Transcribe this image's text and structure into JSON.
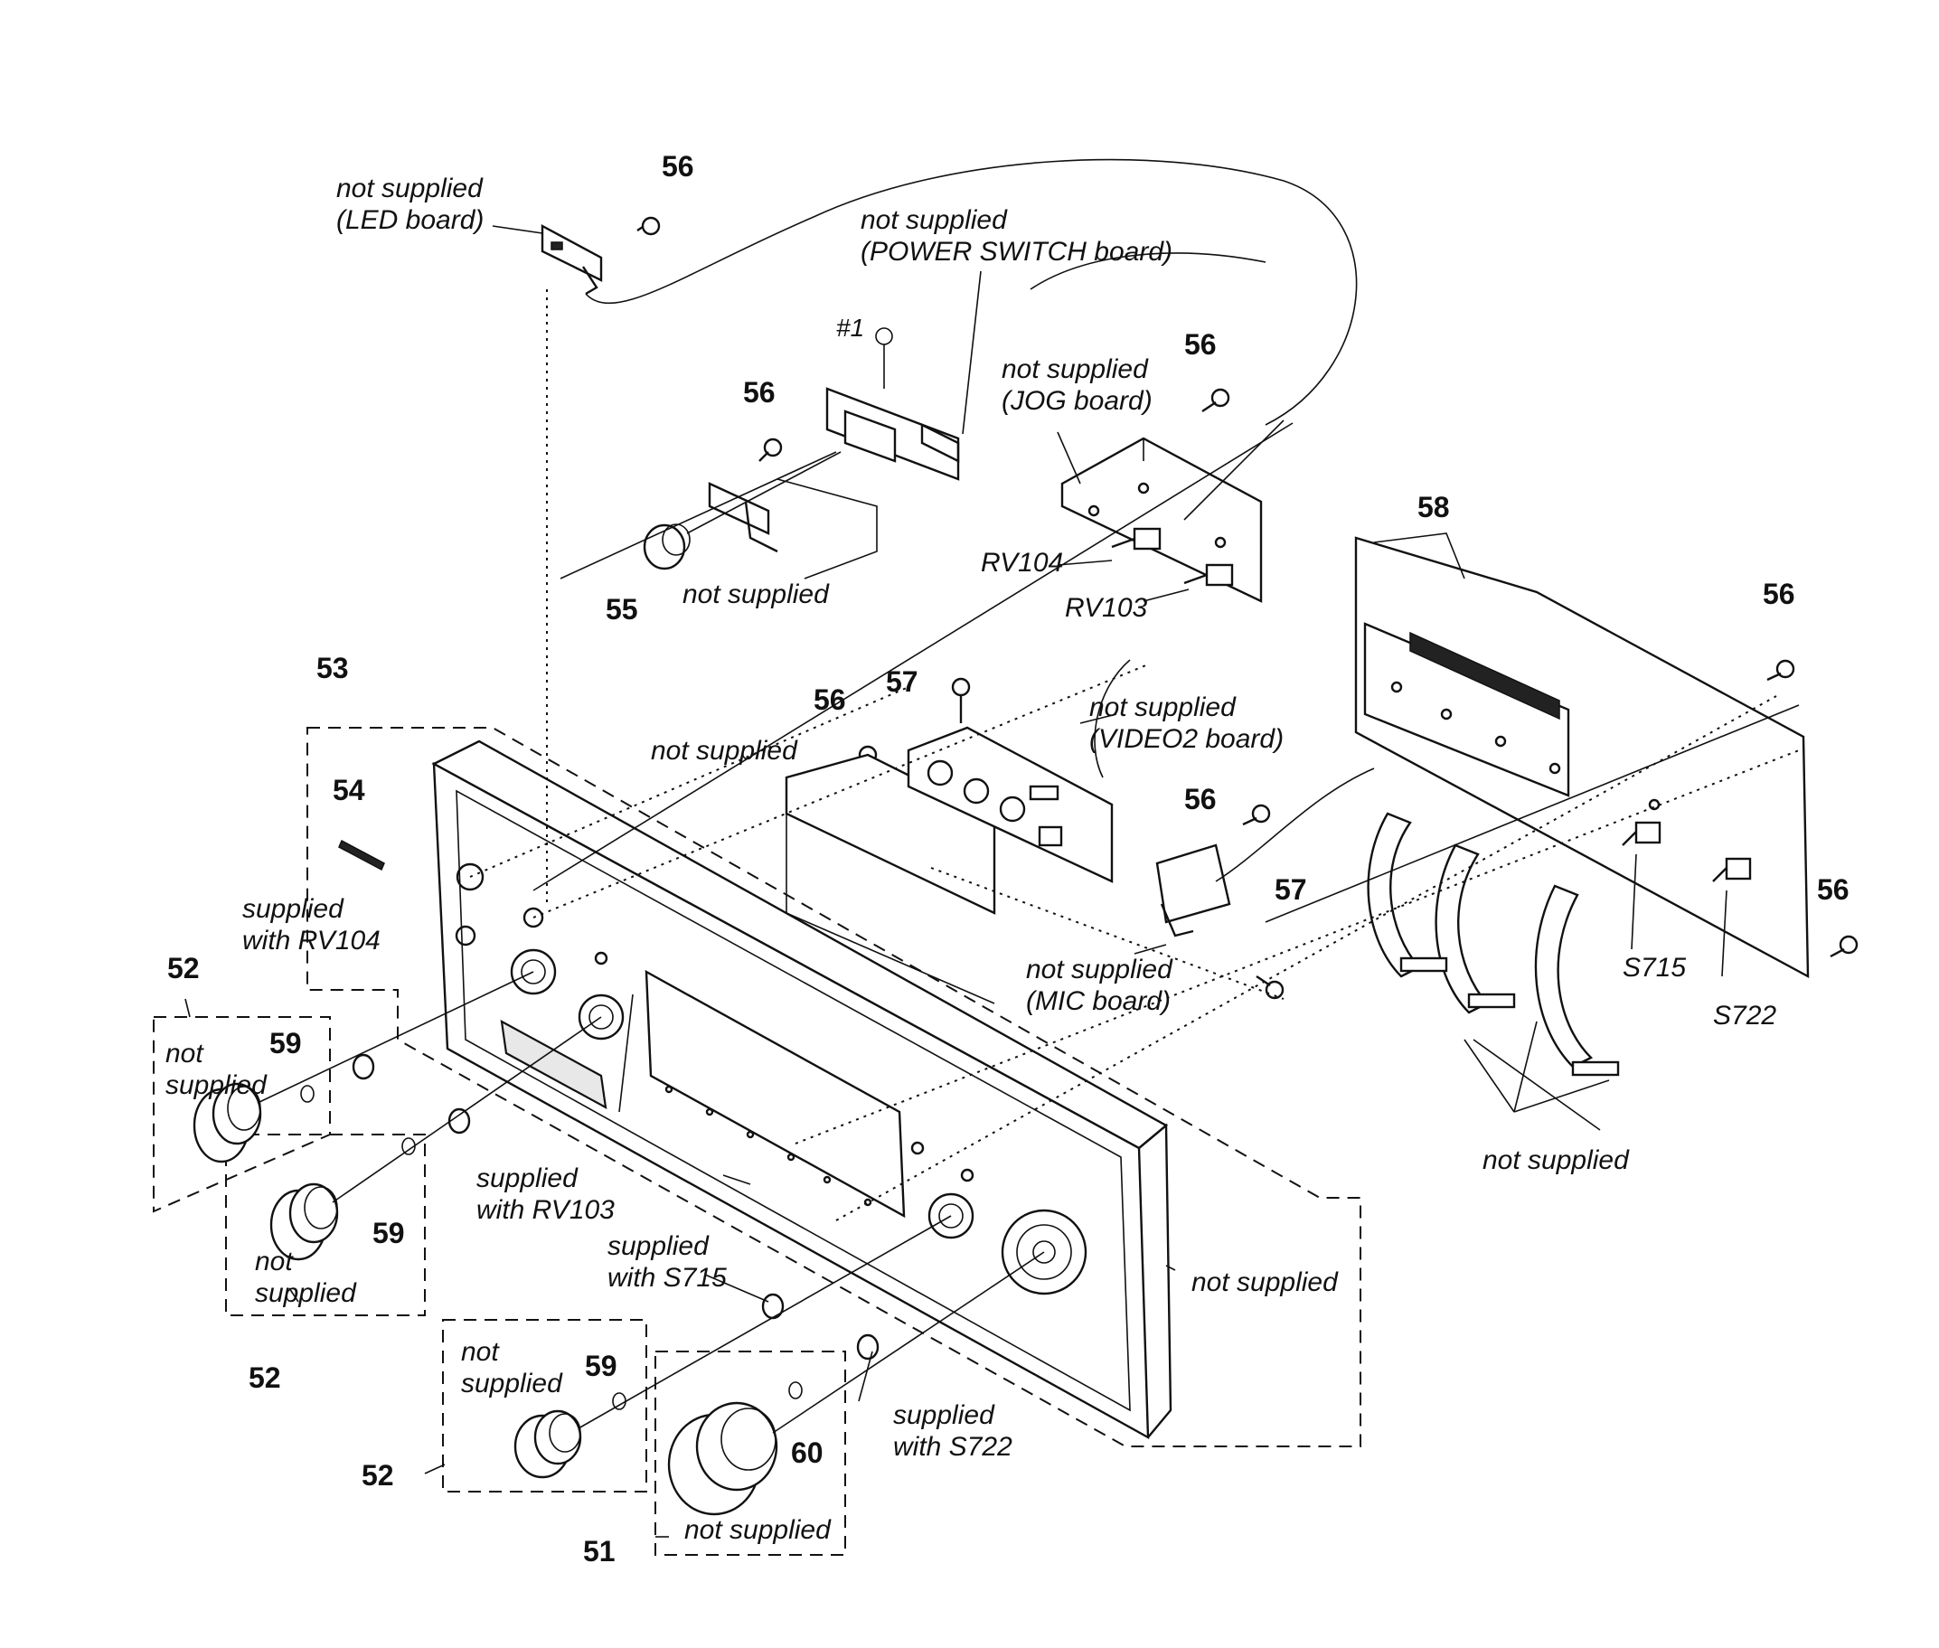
{
  "refs": {
    "r51": "51",
    "r52": "52",
    "r53": "53",
    "r54": "54",
    "r55": "55",
    "r56": "56",
    "r57": "57",
    "r58": "58",
    "r59": "59",
    "r60": "60",
    "hash1": "#1"
  },
  "parts": {
    "rv104": "RV104",
    "rv103": "RV103",
    "s715": "S715",
    "s722": "S722"
  },
  "notes": {
    "not_supplied": "not supplied",
    "not": "not",
    "supplied": "supplied",
    "led_board": "(LED board)",
    "power_switch_board": "(POWER SWITCH board)",
    "jog_board": "(JOG board)",
    "video2_board": "(VIDEO2 board)",
    "mic_board": "(MIC board)",
    "with_rv104": "with RV104",
    "with_rv103": "with RV103",
    "with_s715": "with S715",
    "with_s722": "with S722"
  }
}
